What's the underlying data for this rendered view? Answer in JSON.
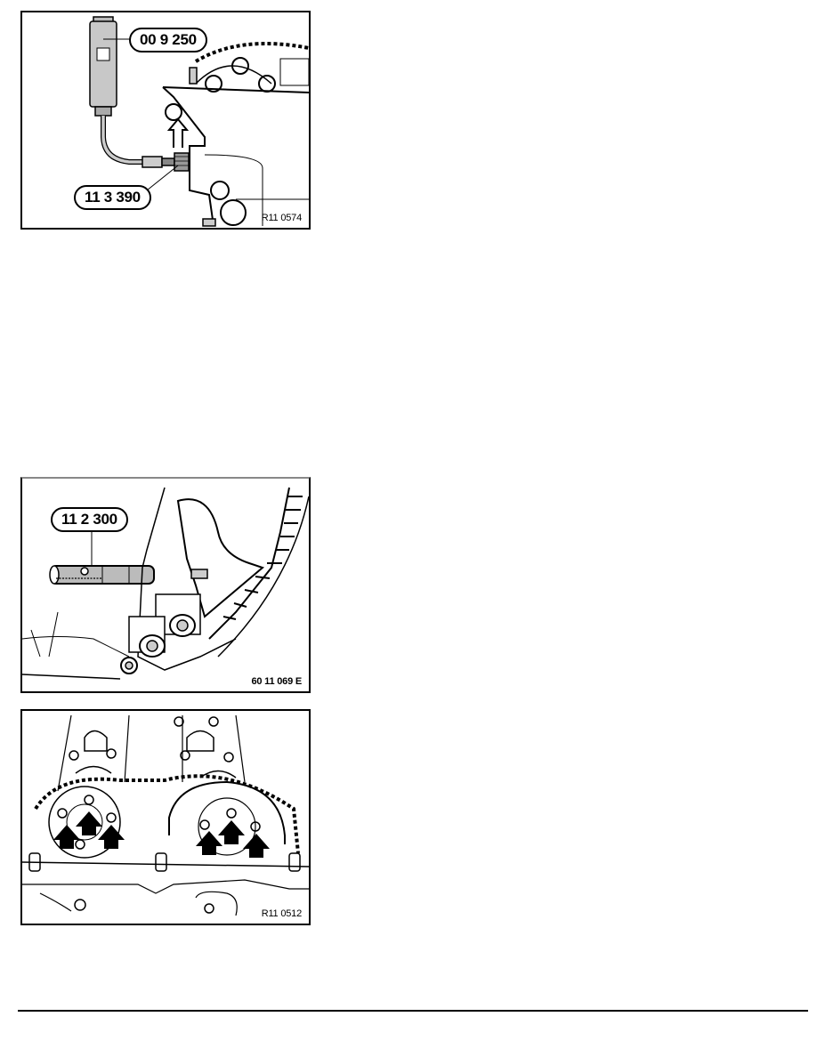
{
  "page": {
    "background": "#ffffff",
    "ink": "#000000"
  },
  "figures": [
    {
      "id": "fig1",
      "ref": "R11 0574",
      "callouts": [
        {
          "label": "00 9 250",
          "target": "tool-handle"
        },
        {
          "label": "11 3 390",
          "target": "adapter-nozzle"
        }
      ],
      "icons": [
        "up-arrow-icon"
      ]
    },
    {
      "id": "fig2",
      "ref": "60 11 069 E",
      "callouts": [
        {
          "label": "11 2 300",
          "target": "locking-pin"
        }
      ]
    },
    {
      "id": "fig3",
      "ref": "R11 0512",
      "callouts": [],
      "arrow_count": 6
    }
  ]
}
